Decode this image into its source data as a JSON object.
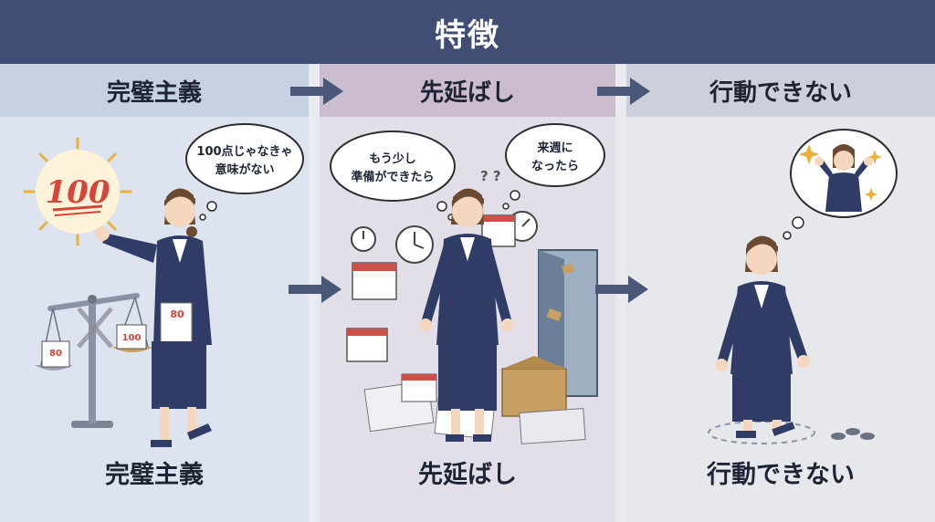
{
  "title": "特徴",
  "steps": [
    {
      "header": "完璧主義",
      "caption": "完璧主義",
      "thought_lines": [
        "100点じゃなきゃ",
        "意味がない"
      ],
      "badge": "100",
      "paper_score": "80",
      "scale_left": "80",
      "scale_right": "100"
    },
    {
      "header": "先延ばし",
      "caption": "先延ばし",
      "thought_left_lines": [
        "もう少し",
        "準備ができたら"
      ],
      "thought_right_lines": [
        "来週に",
        "なったら"
      ],
      "question_marks": "? ?"
    },
    {
      "header": "行動できない",
      "caption": "行動できない"
    }
  ],
  "colors": {
    "banner": "#3f4e72",
    "arrow": "#4a5878",
    "suit": "#2f3c66",
    "score_red": "#d6453a"
  }
}
